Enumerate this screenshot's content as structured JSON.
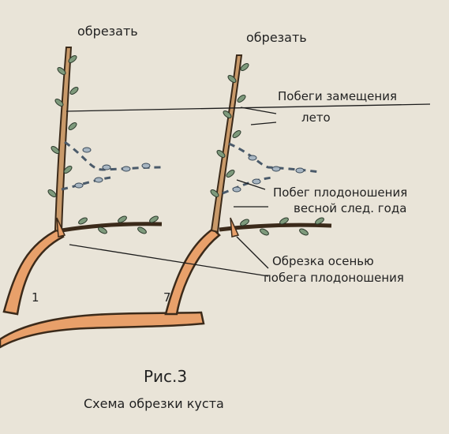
{
  "labels": {
    "cut_left": "обрезать",
    "cut_right": "обрезать",
    "replacement_shoots": "Побеги замещения",
    "summer": "лето",
    "fruiting_shoot_line1": "Побег плодоношения",
    "fruiting_shoot_line2": "весной след. года",
    "autumn_pruning_line1": "Обрезка осенью",
    "autumn_pruning_line2": "побега плодоношения",
    "number_1": "1",
    "number_7": "7"
  },
  "caption": {
    "figure": "Рис.3",
    "title": "Схема обрезки куста"
  },
  "colors": {
    "background": "#e9e4d8",
    "branch_fill": "#e8a06a",
    "branch_outline": "#3b2a1a",
    "leaf": "#7e9a7c",
    "text": "#222222"
  }
}
